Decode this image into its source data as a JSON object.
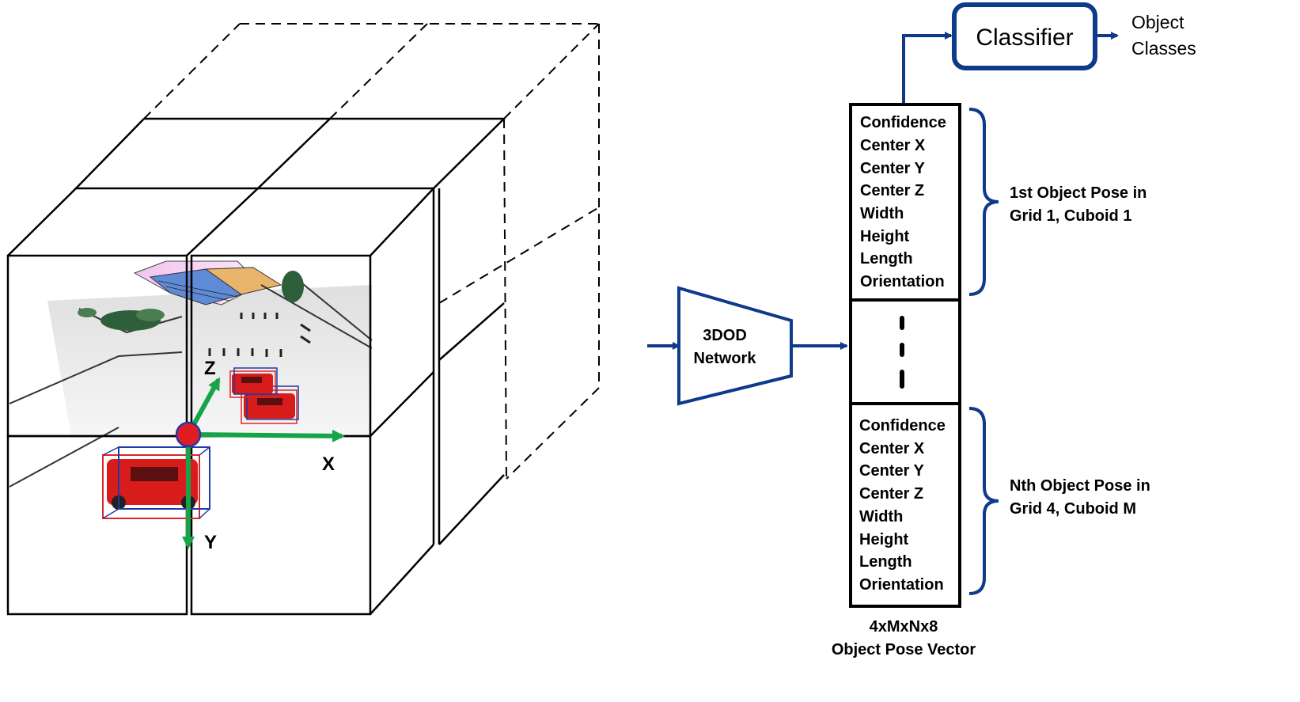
{
  "colors": {
    "diagram_blue": "#0e3a8a",
    "axis_green": "#16a34a",
    "origin_red": "#e11d24",
    "box_red": "#dc2626",
    "box_blue": "#1e3aa8",
    "car_red": "#d81b1b",
    "line_black": "#000000"
  },
  "scene": {
    "axes": {
      "x_label": "X",
      "y_label": "Y",
      "z_label": "Z"
    },
    "icons": [
      "car-icon",
      "tree-icon",
      "building-icon",
      "crosswalk-icon"
    ]
  },
  "network": {
    "line1": "3DOD",
    "line2": "Network"
  },
  "classifier": {
    "label": "Classifier"
  },
  "output": {
    "line1": "Object",
    "line2": "Classes"
  },
  "vector": {
    "block_top": [
      "Confidence",
      "Center X",
      "Center Y",
      "Center Z",
      "Width",
      "Height",
      "Length",
      "Orientation"
    ],
    "block_bottom": [
      "Confidence",
      "Center X",
      "Center Y",
      "Center Z",
      "Width",
      "Height",
      "Length",
      "Orientation"
    ],
    "caption_line1": "4xMxNx8",
    "caption_line2": "Object Pose Vector"
  },
  "braces": {
    "top": {
      "line1": "1st Object Pose in",
      "line2": "Grid 1, Cuboid  1"
    },
    "bottom": {
      "line1": "Nth Object Pose in",
      "line2": "Grid 4, Cuboid  M"
    }
  }
}
